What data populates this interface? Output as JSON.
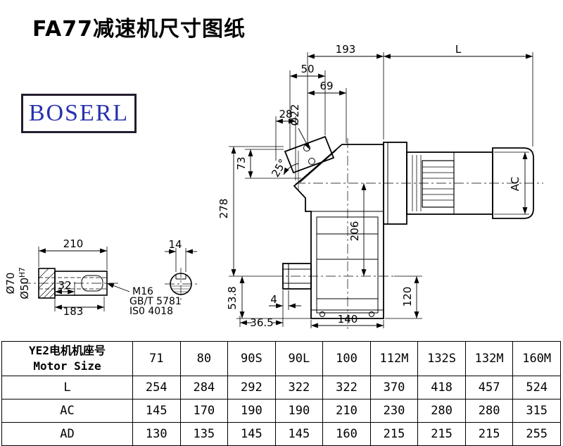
{
  "page": {
    "title": "FA77减速机尺寸图纸"
  },
  "logo": {
    "text": "BOSERL"
  },
  "drawing": {
    "dims": {
      "top_width": "193",
      "motor_length": "L",
      "d50": "50",
      "d69": "69",
      "hole_dia": "Ø22",
      "d28": "28",
      "angle": "25°",
      "d73": "73",
      "height": "278",
      "center_height": "206",
      "motor_dia": "AC",
      "d120": "120",
      "d4": "4",
      "d36_5": "36.5",
      "foot_width": "140",
      "shaft_length": "210",
      "key_width": "14",
      "collar_dia": "Ø70",
      "bore_dia": "Ø50",
      "bore_tol": "H7",
      "d32": "32",
      "d183": "183",
      "thread": "M16",
      "thread_std1": "GB/T 5781",
      "thread_std2": "IS0 4018",
      "d53_8": "53.8"
    }
  },
  "table": {
    "header": {
      "line1": "YE2电机机座号",
      "line2": "Motor Size"
    },
    "columns": [
      "71",
      "80",
      "90S",
      "90L",
      "100",
      "112M",
      "132S",
      "132M",
      "160M"
    ],
    "rows": [
      {
        "label": "L",
        "values": [
          "254",
          "284",
          "292",
          "322",
          "322",
          "370",
          "418",
          "457",
          "524"
        ]
      },
      {
        "label": "AC",
        "values": [
          "145",
          "170",
          "190",
          "190",
          "210",
          "230",
          "280",
          "280",
          "315"
        ]
      },
      {
        "label": "AD",
        "values": [
          "130",
          "135",
          "145",
          "145",
          "160",
          "215",
          "215",
          "215",
          "255"
        ]
      }
    ]
  }
}
